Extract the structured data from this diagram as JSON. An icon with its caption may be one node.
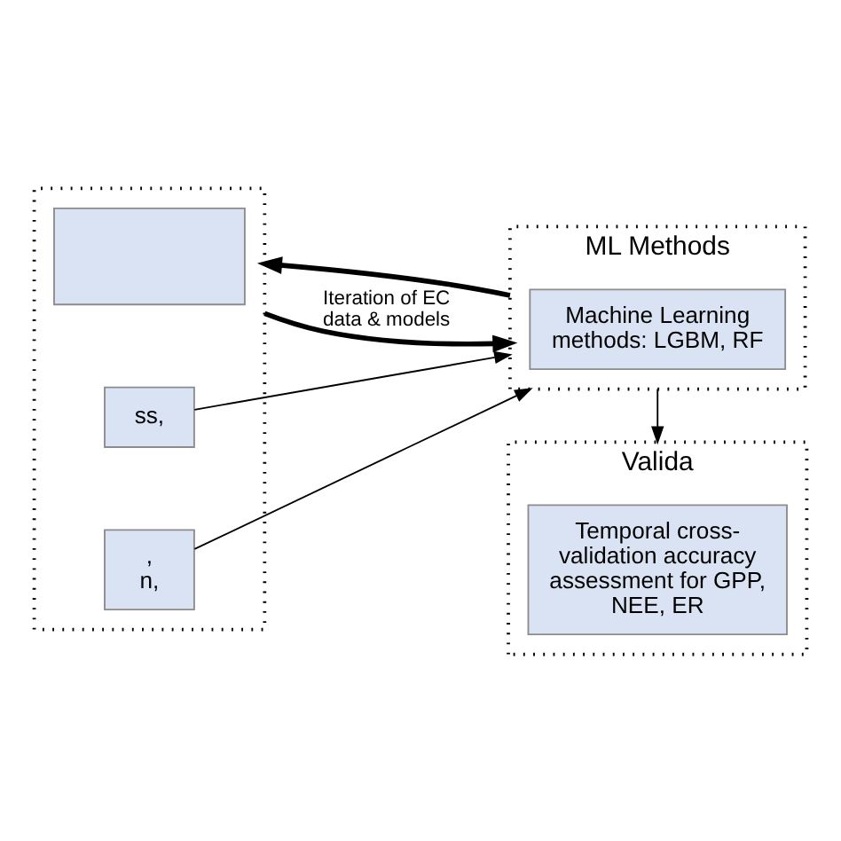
{
  "diagram": {
    "nodes": [
      {
        "text": [],
        "shape": "box"
      },
      {
        "text": [],
        "shape": "box",
        "in": 0
      },
      {
        "text": [
          "ss,"
        ],
        "in": 0
      },
      {
        "text": [
          ", n,"
        ],
        "in": 0
      },
      {
        "text": [
          "ML Methods"
        ]
      },
      {
        "text": [
          "Machine Learning methods: LGBM, RF"
        ],
        "in": 4
      },
      {
        "text": [
          "Valida"
        ]
      },
      {
        "text": [
          "Temporal cross-validation accuracy assessment for GPP, NEE, ER"
        ],
        "in": 6
      }
    ],
    "edges": [
      {
        "from": 0,
        "to": 4,
        "arrow": "to",
        "label": "Iteration of EC data & models",
        "style": "thick"
      },
      {
        "from": 4,
        "to": 0,
        "arrow": "to",
        "style": "thick"
      },
      {
        "from": 2,
        "to": 4,
        "arrow": "to"
      },
      {
        "from": 3,
        "to": 4,
        "arrow": "to"
      },
      {
        "from": 4,
        "to": 6,
        "arrow": "to"
      }
    ]
  }
}
